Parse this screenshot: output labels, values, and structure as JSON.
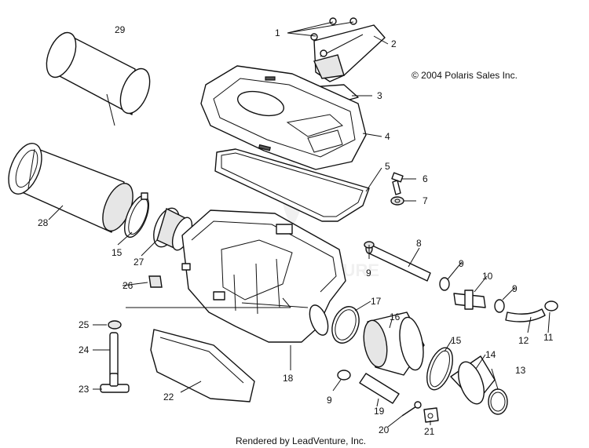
{
  "diagram": {
    "copyright": "© 2004 Polaris Sales Inc.",
    "footer": "Rendered by LeadVenture, Inc.",
    "watermark_text": "LEADVENTURE",
    "callouts": {
      "c1": "1",
      "c2": "2",
      "c3": "3",
      "c4": "4",
      "c5": "5",
      "c6": "6",
      "c7": "7",
      "c8": "8",
      "c9a": "9",
      "c9b": "9",
      "c9c": "9",
      "c9d": "9",
      "c10": "10",
      "c11": "11",
      "c12": "12",
      "c13": "13",
      "c14": "14",
      "c15a": "15",
      "c15b": "15",
      "c16": "16",
      "c17": "17",
      "c18": "18",
      "c19": "19",
      "c20": "20",
      "c21": "21",
      "c22": "22",
      "c23": "23",
      "c24": "24",
      "c25": "25",
      "c26": "26",
      "c27": "27",
      "c28": "28",
      "c29": "29"
    }
  }
}
